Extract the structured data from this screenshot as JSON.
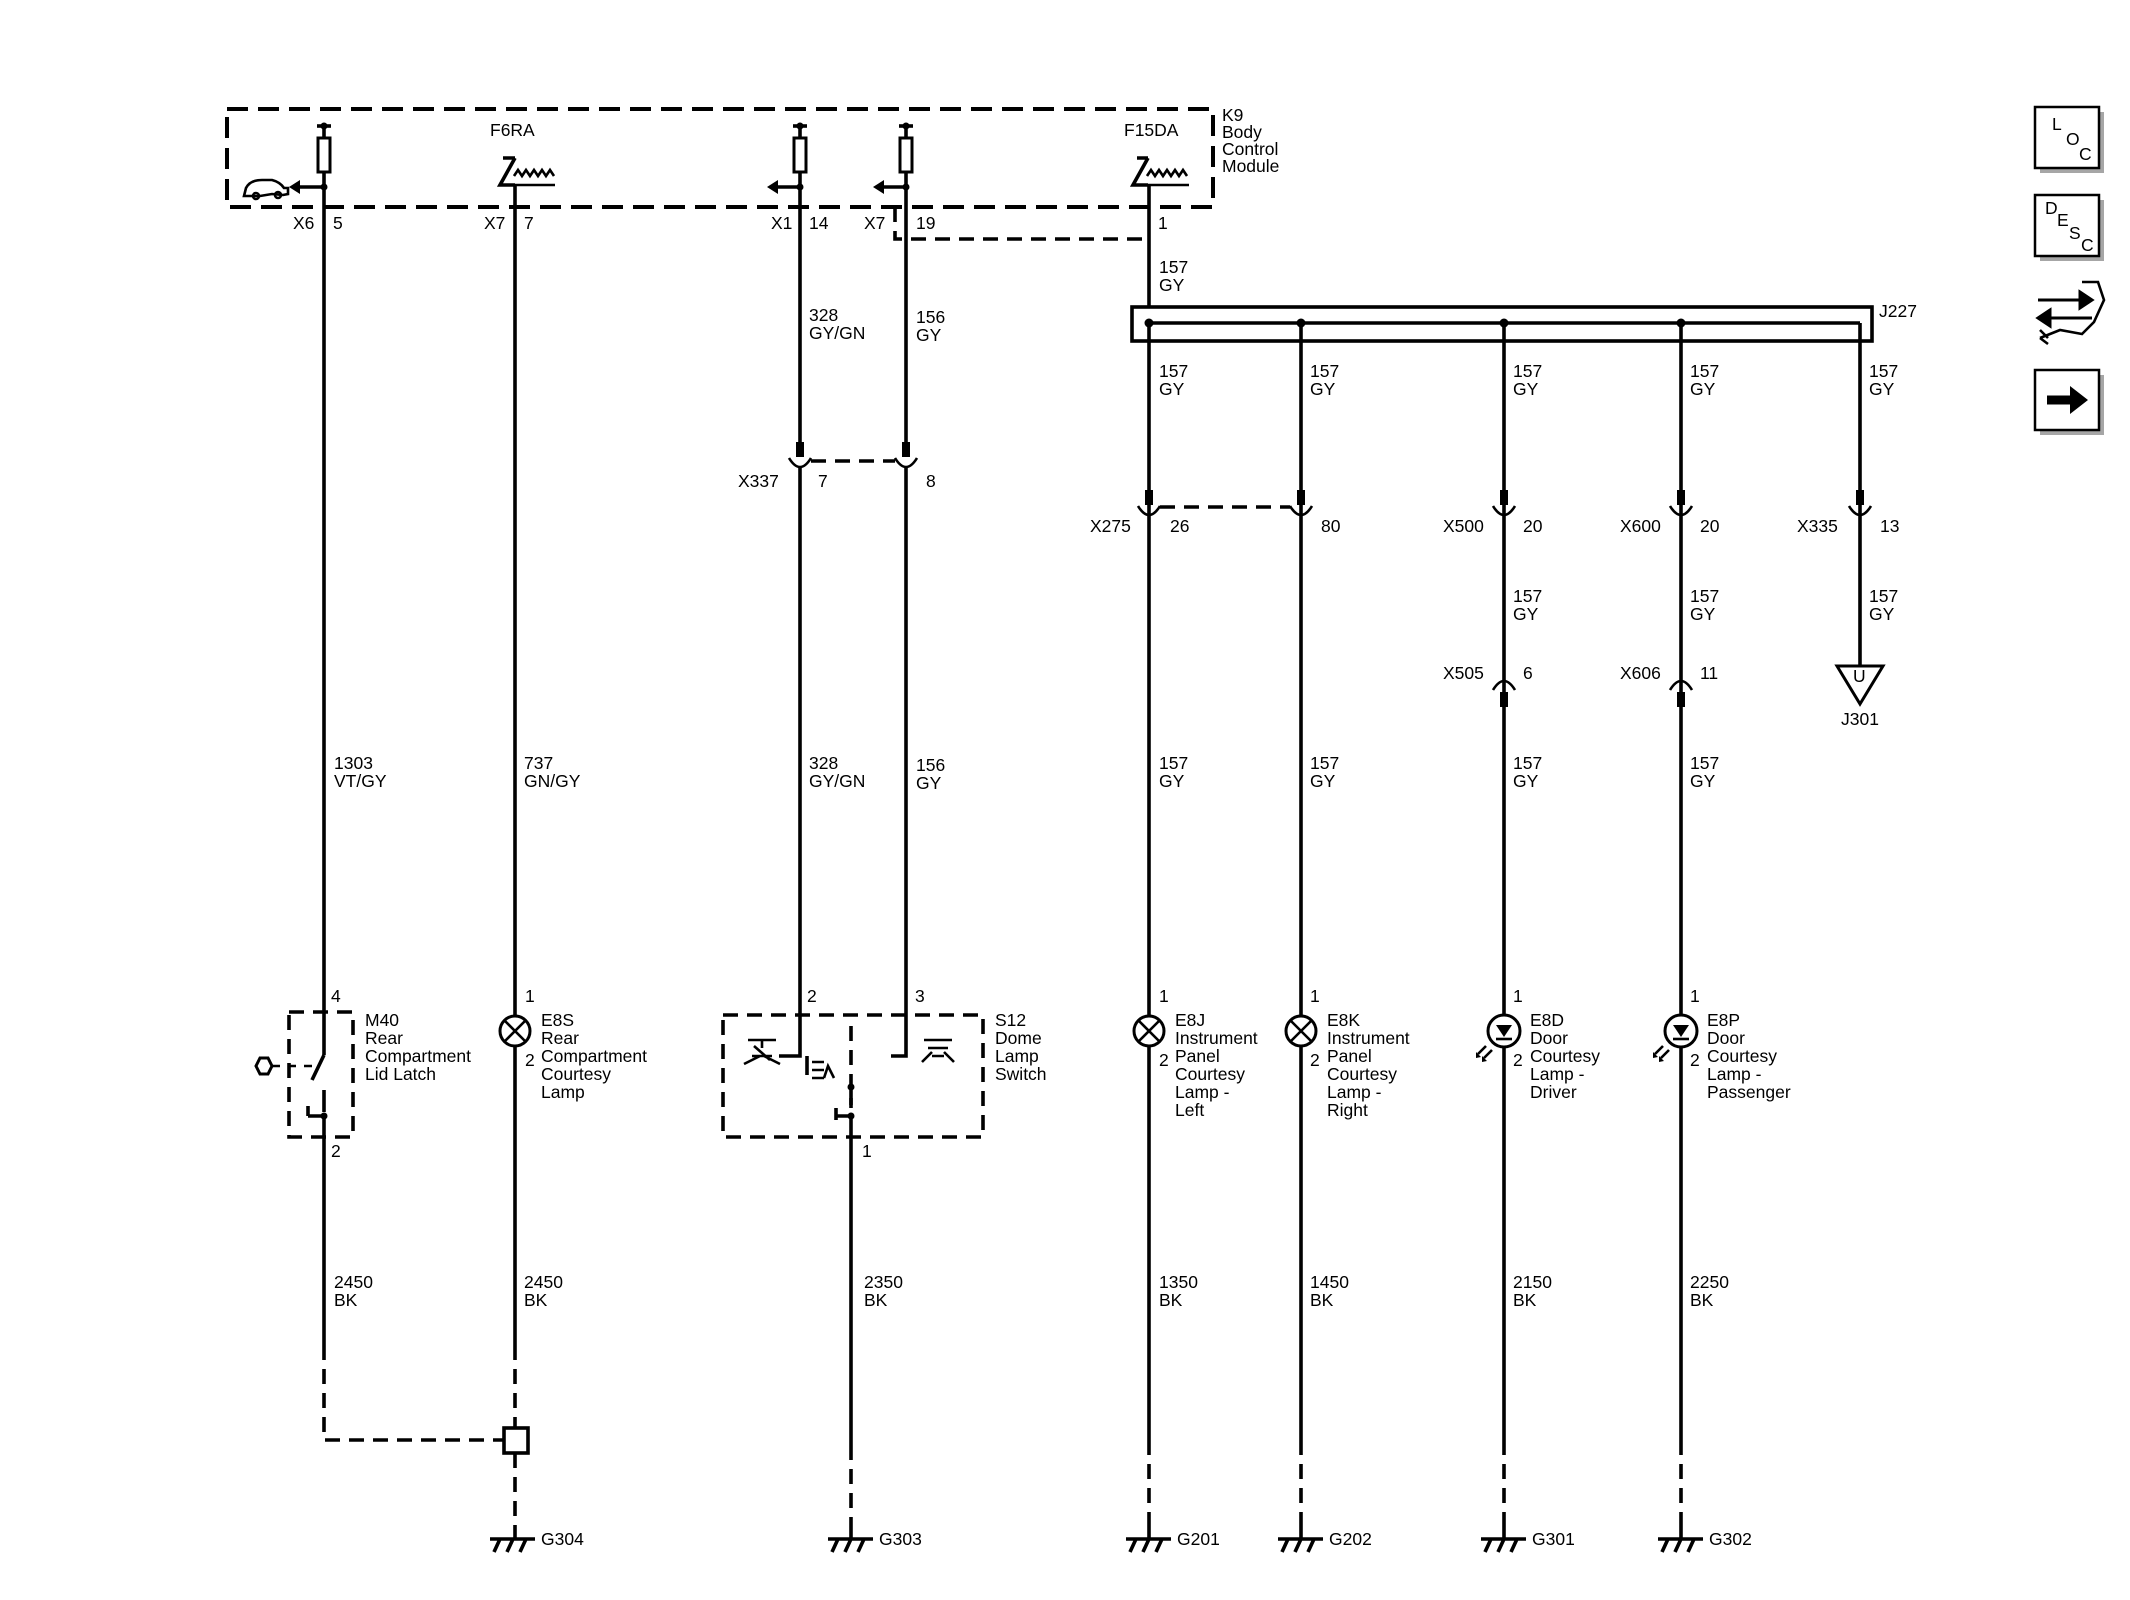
{
  "module": {
    "name": "K9",
    "line2": "Body",
    "line3": "Control",
    "line4": "Module"
  },
  "fuses": {
    "f6ra": "F6RA",
    "f15da": "F15DA"
  },
  "nav": {
    "loc": [
      "L",
      "O",
      "C"
    ],
    "desc": [
      "D",
      "E",
      "S",
      "C"
    ],
    "icons": [
      "connector-end-view-icon",
      "next-page-arrow-icon"
    ]
  },
  "pins": [
    {
      "conn": "X6",
      "pin": "5"
    },
    {
      "conn": "X7",
      "pin": "7"
    },
    {
      "conn": "X1",
      "pin": "14"
    },
    {
      "conn": "X7",
      "pin": "19"
    },
    {
      "conn": "",
      "pin": "1"
    }
  ],
  "splice": "J227",
  "wires": [
    {
      "circuit": "157",
      "color": "GY"
    },
    {
      "circuit": "328",
      "color": "GY/GN"
    },
    {
      "circuit": "156",
      "color": "GY"
    },
    {
      "circuit": "157",
      "color": "GY"
    },
    {
      "circuit": "157",
      "color": "GY"
    },
    {
      "circuit": "157",
      "color": "GY"
    },
    {
      "circuit": "157",
      "color": "GY"
    },
    {
      "circuit": "157",
      "color": "GY"
    },
    {
      "circuit": "157",
      "color": "GY"
    },
    {
      "circuit": "157",
      "color": "GY"
    },
    {
      "circuit": "157",
      "color": "GY"
    },
    {
      "circuit": "1303",
      "color": "VT/GY"
    },
    {
      "circuit": "737",
      "color": "GN/GY"
    },
    {
      "circuit": "328",
      "color": "GY/GN"
    },
    {
      "circuit": "156",
      "color": "GY"
    },
    {
      "circuit": "157",
      "color": "GY"
    },
    {
      "circuit": "157",
      "color": "GY"
    },
    {
      "circuit": "157",
      "color": "GY"
    },
    {
      "circuit": "157",
      "color": "GY"
    },
    {
      "circuit": "2450",
      "color": "BK"
    },
    {
      "circuit": "2450",
      "color": "BK"
    },
    {
      "circuit": "2350",
      "color": "BK"
    },
    {
      "circuit": "1350",
      "color": "BK"
    },
    {
      "circuit": "1450",
      "color": "BK"
    },
    {
      "circuit": "2150",
      "color": "BK"
    },
    {
      "circuit": "2250",
      "color": "BK"
    }
  ],
  "connectors": [
    {
      "name": "X337",
      "pin": "7"
    },
    {
      "name": "",
      "pin": "8"
    },
    {
      "name": "X275",
      "pin": "26"
    },
    {
      "name": "",
      "pin": "80"
    },
    {
      "name": "X500",
      "pin": "20"
    },
    {
      "name": "X600",
      "pin": "20"
    },
    {
      "name": "X335",
      "pin": "13"
    },
    {
      "name": "X505",
      "pin": "6"
    },
    {
      "name": "X606",
      "pin": "11"
    }
  ],
  "jump": {
    "letter": "U",
    "name": "J301"
  },
  "components": [
    {
      "pin_top": "4",
      "pin_bot": "2",
      "lines": [
        "M40",
        "Rear",
        "Compartment",
        "Lid Latch"
      ]
    },
    {
      "pin_top": "1",
      "pin_bot": "2",
      "lines": [
        "E8S",
        "Rear",
        "Compartment",
        "Courtesy",
        "Lamp"
      ]
    },
    {
      "pin_top": "2",
      "pin_top2": "3",
      "pin_bot": "1",
      "lines": [
        "S12",
        "Dome",
        "Lamp",
        "Switch"
      ]
    },
    {
      "pin_top": "1",
      "pin_bot": "2",
      "lines": [
        "E8J",
        "Instrument",
        "Panel",
        "Courtesy",
        "Lamp -",
        "Left"
      ]
    },
    {
      "pin_top": "1",
      "pin_bot": "2",
      "lines": [
        "E8K",
        "Instrument",
        "Panel",
        "Courtesy",
        "Lamp -",
        "Right"
      ]
    },
    {
      "pin_top": "1",
      "pin_bot": "2",
      "lines": [
        "E8D",
        "Door",
        "Courtesy",
        "Lamp -",
        "Driver"
      ]
    },
    {
      "pin_top": "1",
      "pin_bot": "2",
      "lines": [
        "E8P",
        "Door",
        "Courtesy",
        "Lamp -",
        "Passenger"
      ]
    }
  ],
  "grounds": [
    "G304",
    "G303",
    "G201",
    "G202",
    "G301",
    "G302"
  ]
}
